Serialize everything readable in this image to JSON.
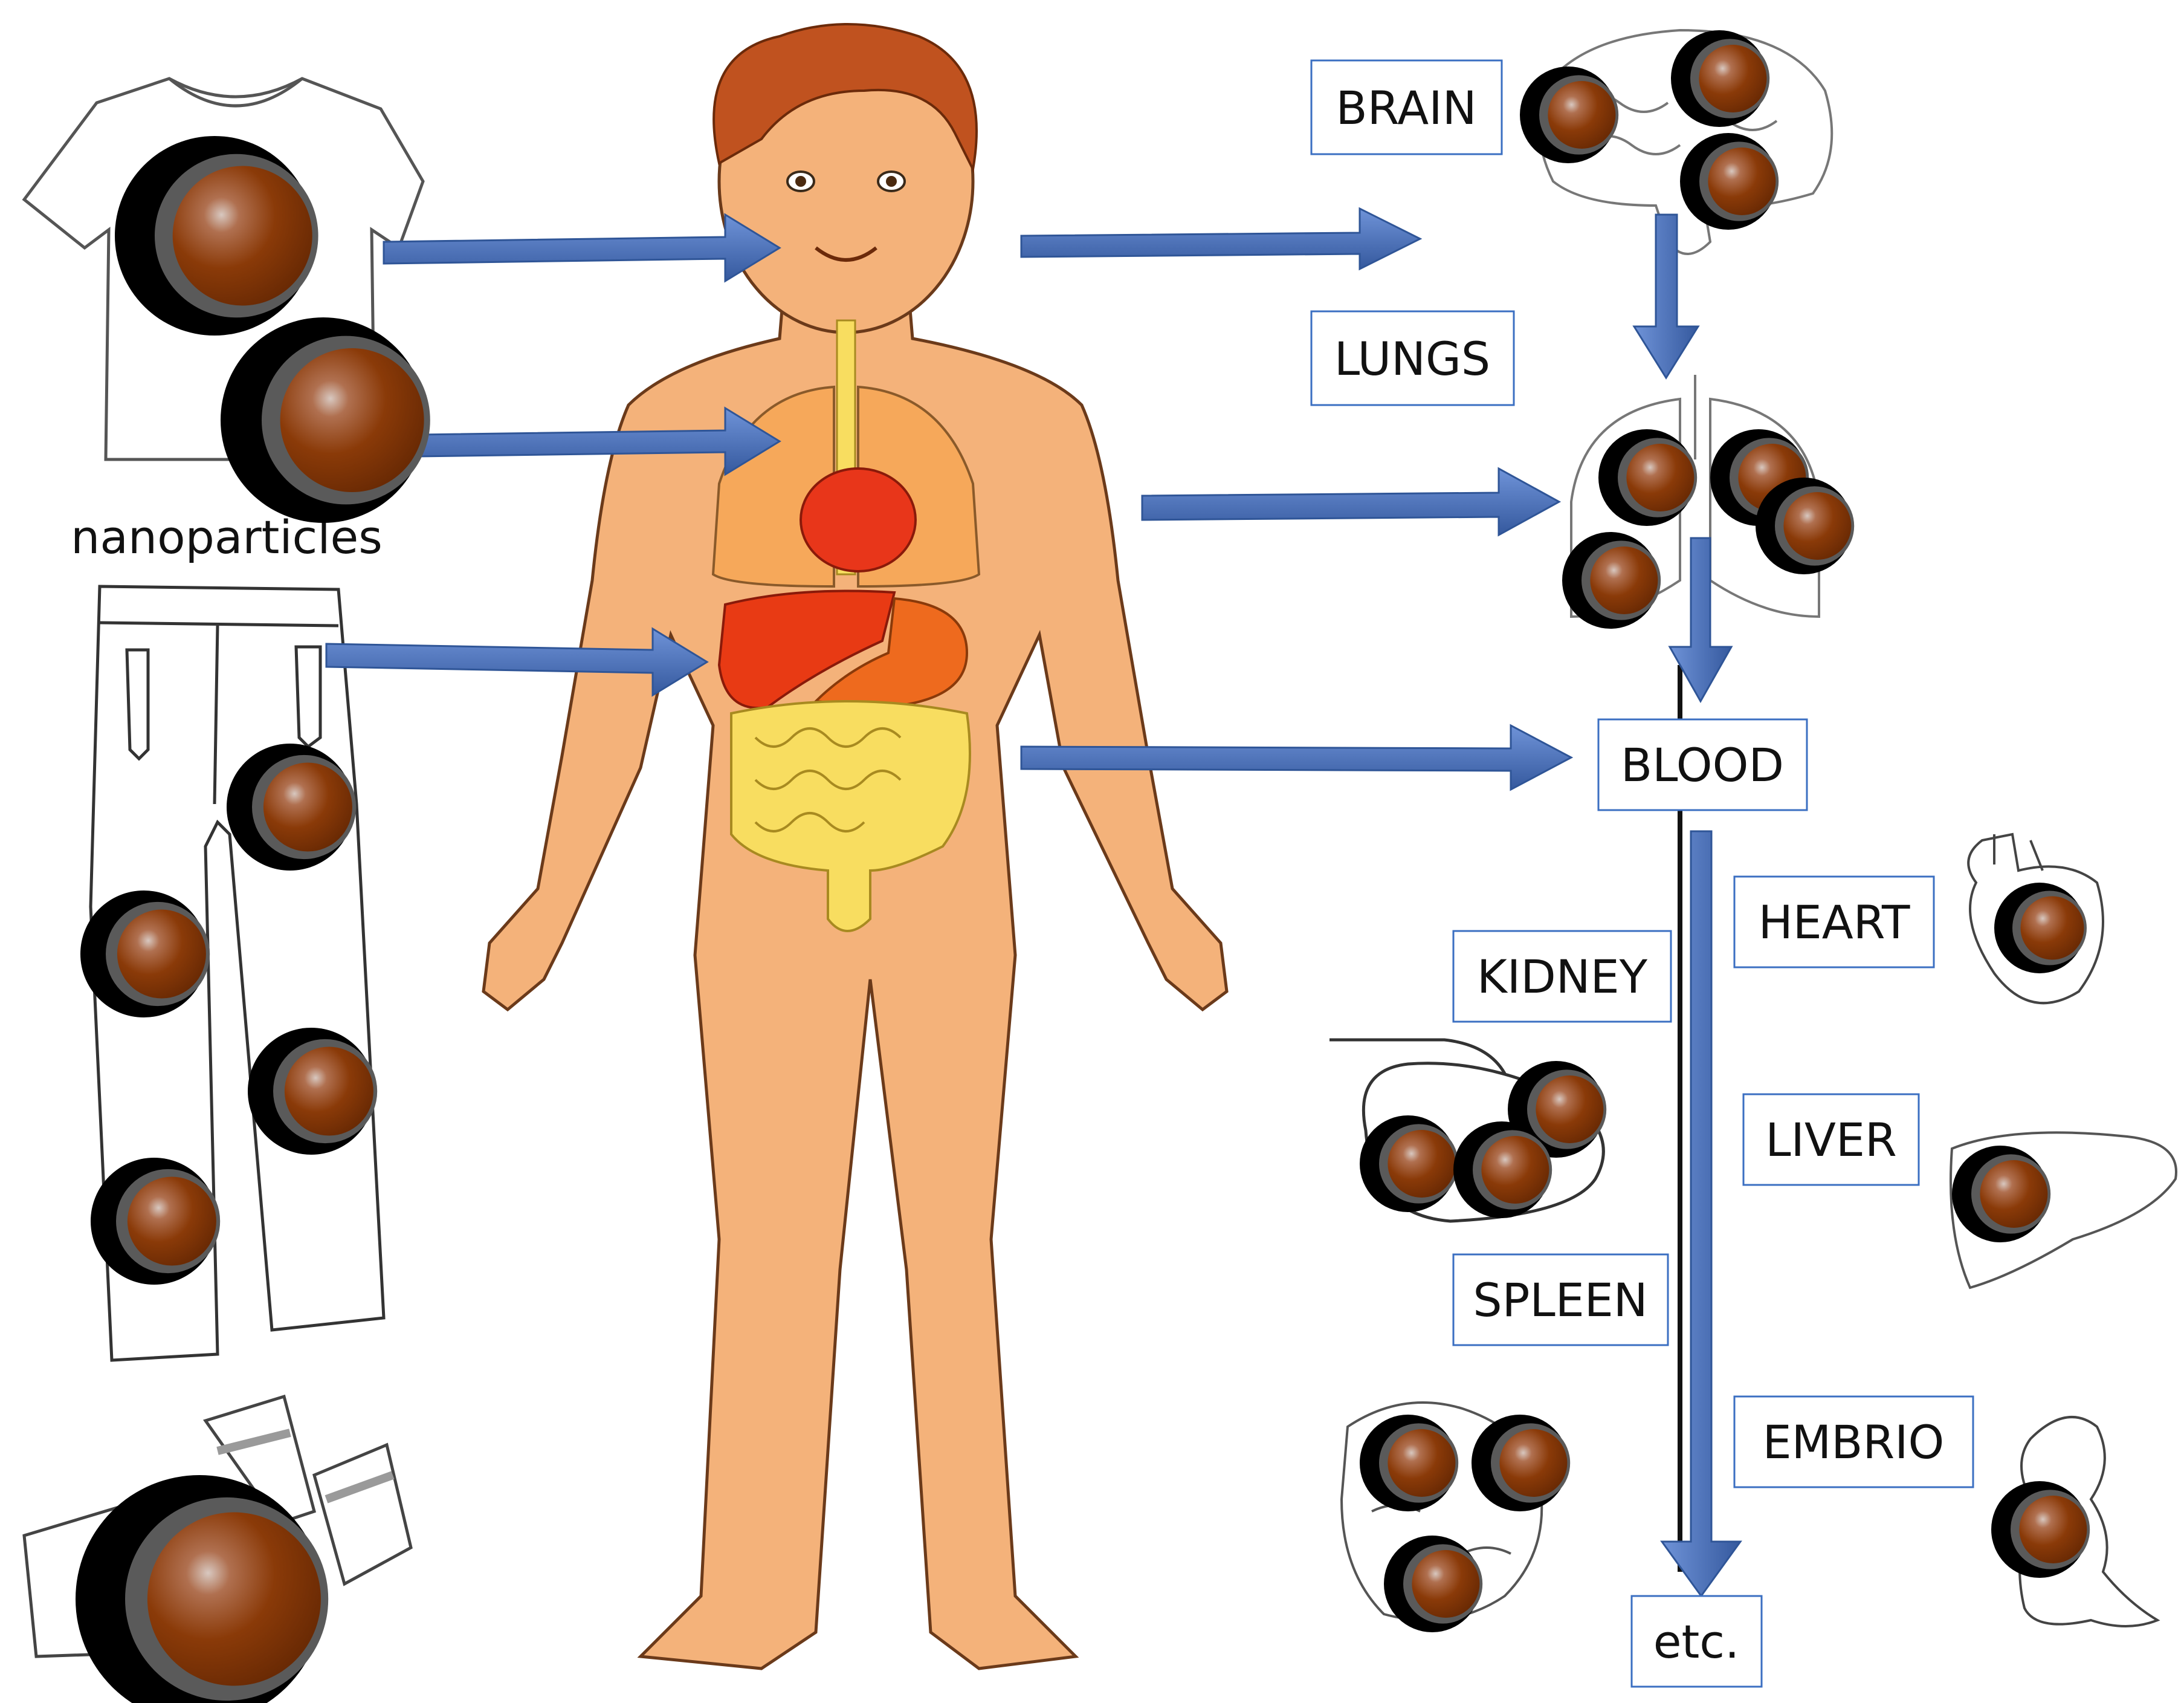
{
  "caption": "nanoparticles",
  "labels": {
    "brain": "BRAIN",
    "lungs": "LUNGS",
    "blood": "BLOOD",
    "heart": "HEART",
    "kidney": "KIDNEY",
    "liver": "LIVER",
    "spleen": "SPLEEN",
    "embrio": "EMBRIO",
    "etc": "etc."
  },
  "colors": {
    "arrow": "#4a72c2",
    "arrow_edge": "#2f5597",
    "particle_core": "#8a3a08",
    "particle_shell": "#5a5a5a",
    "label_border": "#3b6fc2",
    "skin": "#f4b27a",
    "hair": "#c0521f"
  }
}
